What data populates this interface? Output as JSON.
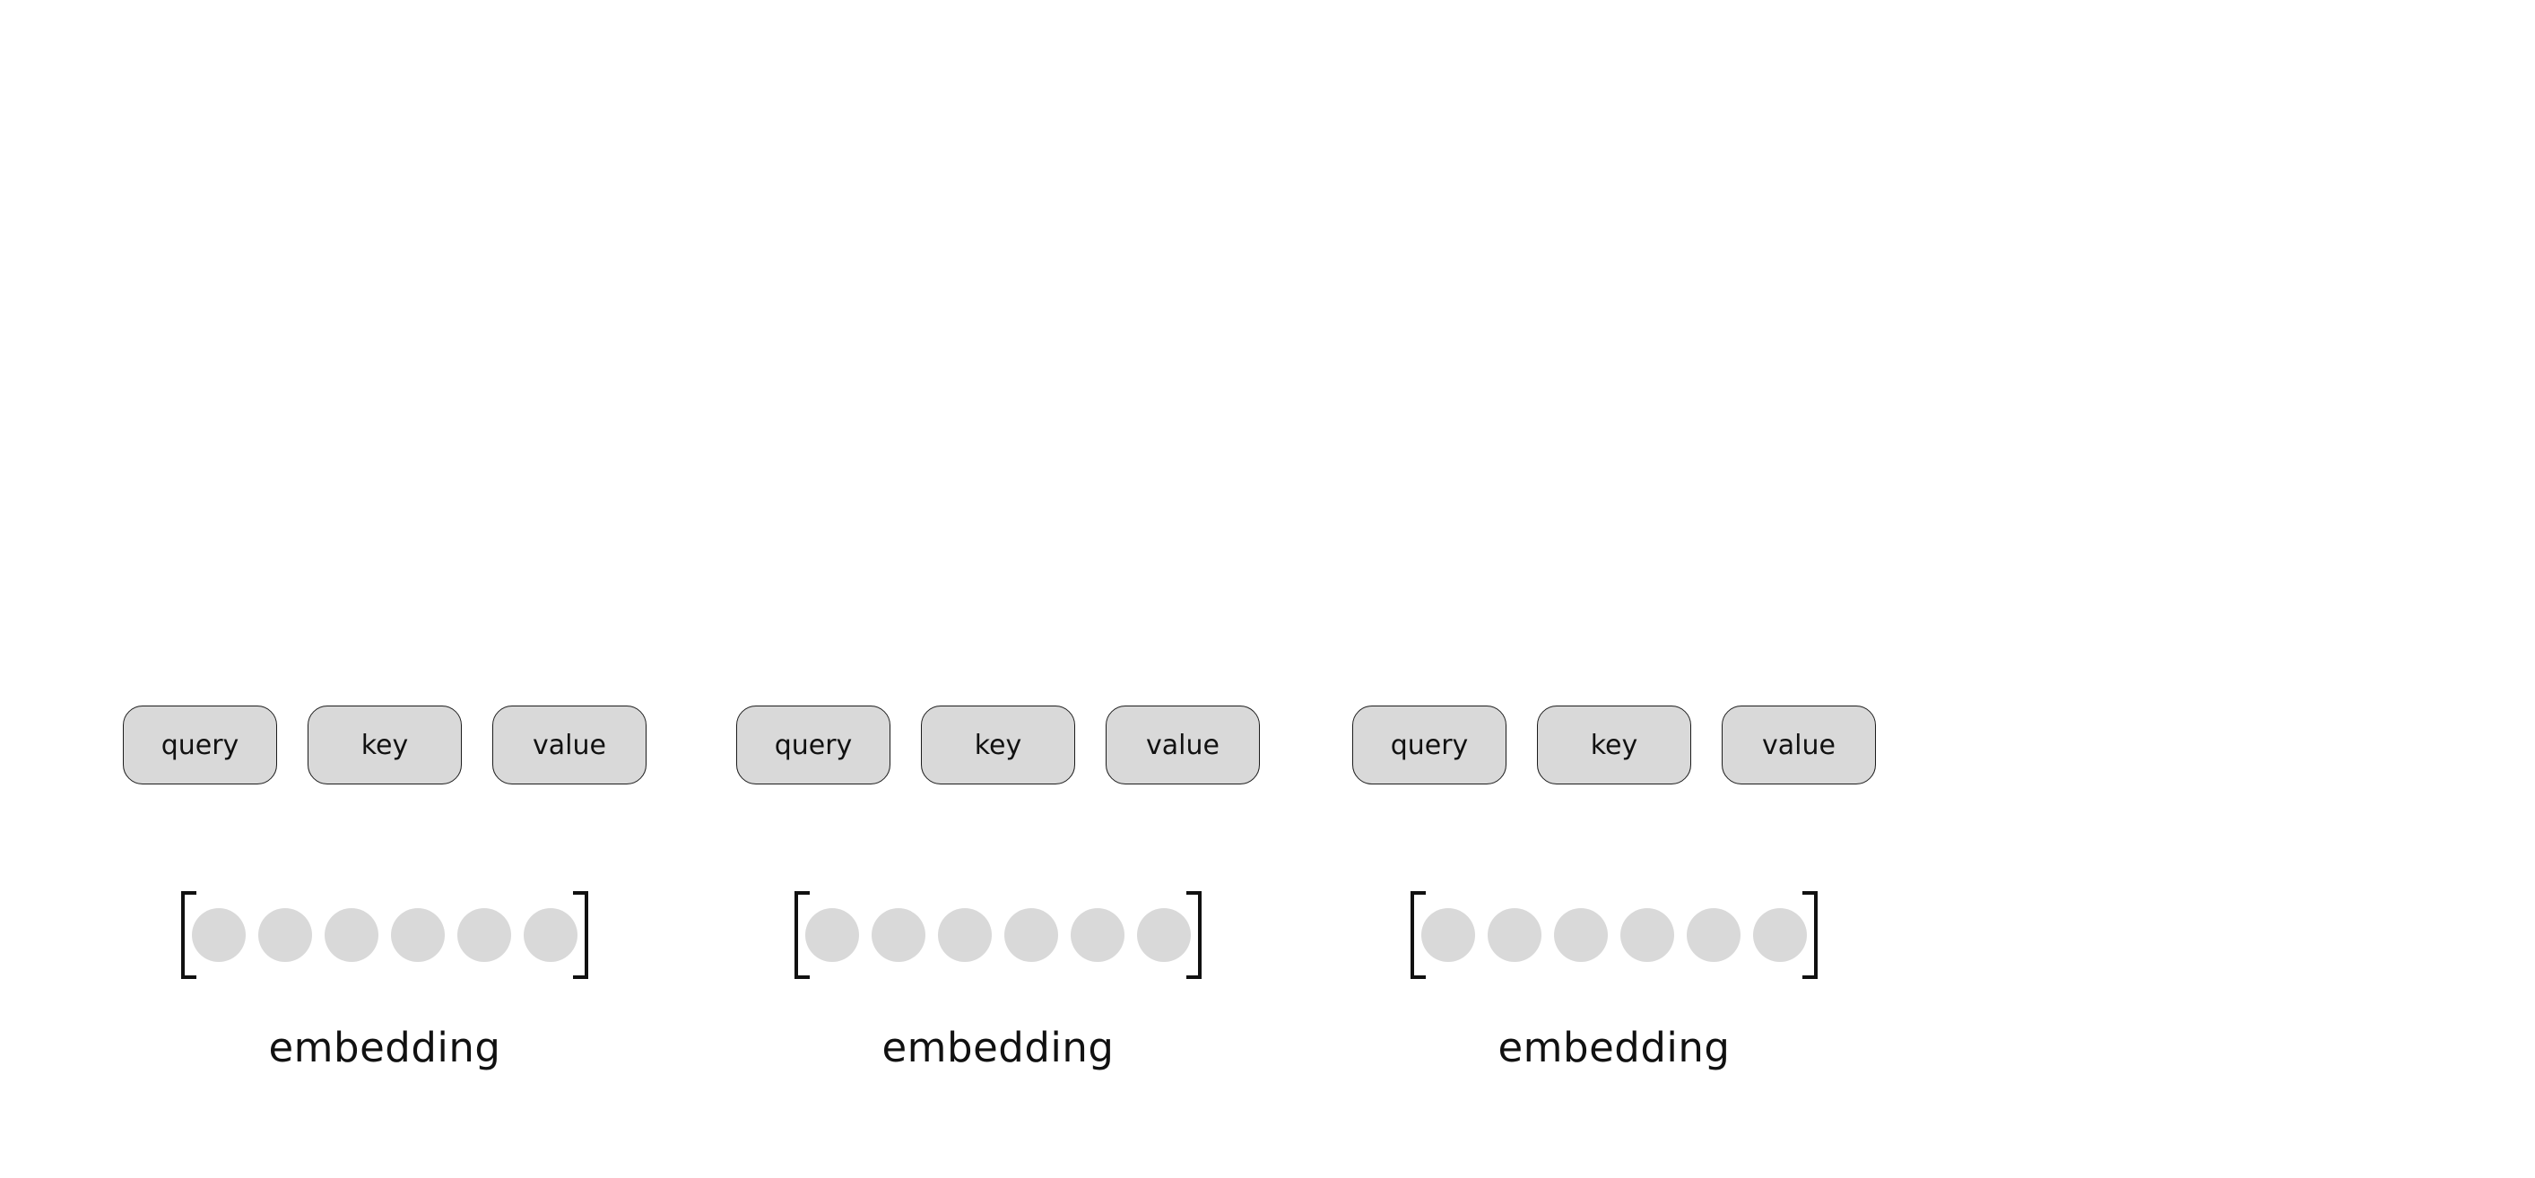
{
  "diagram": {
    "background_color": "#ffffff",
    "colors": {
      "background": "#ffffff",
      "shape_fill": "#d9d9d9",
      "shape_border": "#1c1c1c",
      "bracket": "#111111",
      "text": "#111111"
    },
    "circle_count_per_embedding": 6,
    "bracket_glyphs": {
      "left": "[",
      "right": "]"
    },
    "groups": [
      {
        "boxes": [
          {
            "label": "query"
          },
          {
            "label": "key"
          },
          {
            "label": "value"
          }
        ],
        "embedding_label": "embedding"
      },
      {
        "boxes": [
          {
            "label": "query"
          },
          {
            "label": "key"
          },
          {
            "label": "value"
          }
        ],
        "embedding_label": "embedding"
      },
      {
        "boxes": [
          {
            "label": "query"
          },
          {
            "label": "key"
          },
          {
            "label": "value"
          }
        ],
        "embedding_label": "embedding"
      }
    ]
  }
}
